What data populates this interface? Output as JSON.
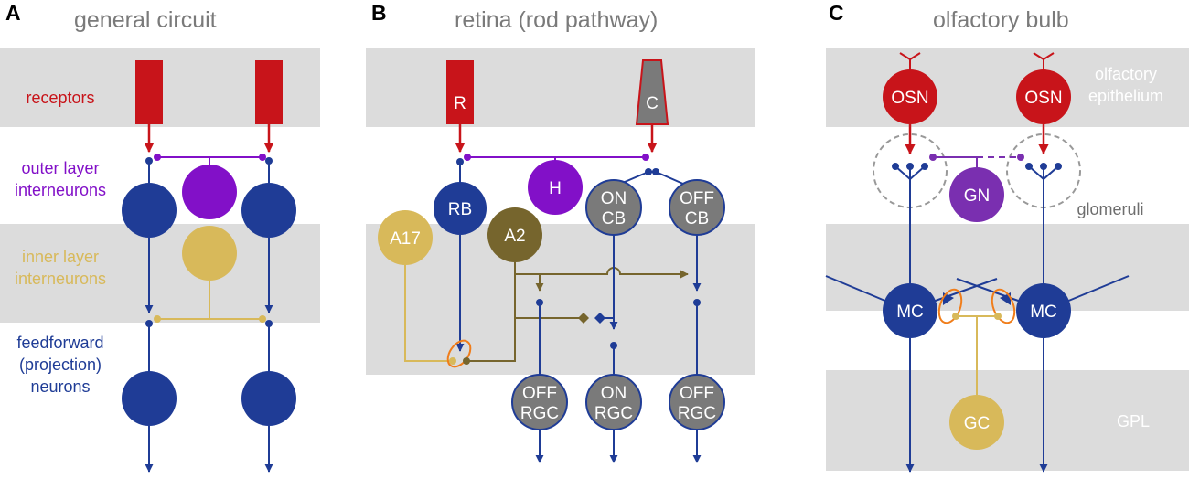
{
  "colors": {
    "band": "#dcdcdc",
    "receptor_red": "#c8141a",
    "interneuron_purple": "#8210c8",
    "gn_purple": "#7a2fb0",
    "inner_gold": "#d8b95a",
    "a2_brown": "#76652d",
    "projection_blue": "#1f3c96",
    "cone_gray": "#7a7a7a",
    "title_gray": "#7a7a7a",
    "highlight_orange": "#f07d1a"
  },
  "panel_a": {
    "letter": "A",
    "title": "general circuit",
    "receptors_label": "receptors",
    "outer_label": [
      "outer layer",
      "interneurons"
    ],
    "inner_label": [
      "inner layer",
      "interneurons"
    ],
    "feedforward_label": [
      "feedforward",
      "(projection)",
      "neurons"
    ]
  },
  "panel_b": {
    "letter": "B",
    "title": "retina (rod pathway)",
    "cells": {
      "rod": "R",
      "cone": "C",
      "horizontal": "H",
      "rod_bipolar": "RB",
      "a17": "A17",
      "a2": "A2",
      "on_cb": [
        "ON",
        "CB"
      ],
      "off_cb": [
        "OFF",
        "CB"
      ],
      "off_rgc_left": [
        "OFF",
        "RGC"
      ],
      "on_rgc": [
        "ON",
        "RGC"
      ],
      "off_rgc_right": [
        "OFF",
        "RGC"
      ]
    }
  },
  "panel_c": {
    "letter": "C",
    "title": "olfactory bulb",
    "cells": {
      "osn": "OSN",
      "gn": "GN",
      "mc": "MC",
      "gc": "GC"
    },
    "epithelium_label": [
      "olfactory",
      "epithelium"
    ],
    "glomeruli_label": "glomeruli",
    "gpl_label": "GPL"
  }
}
